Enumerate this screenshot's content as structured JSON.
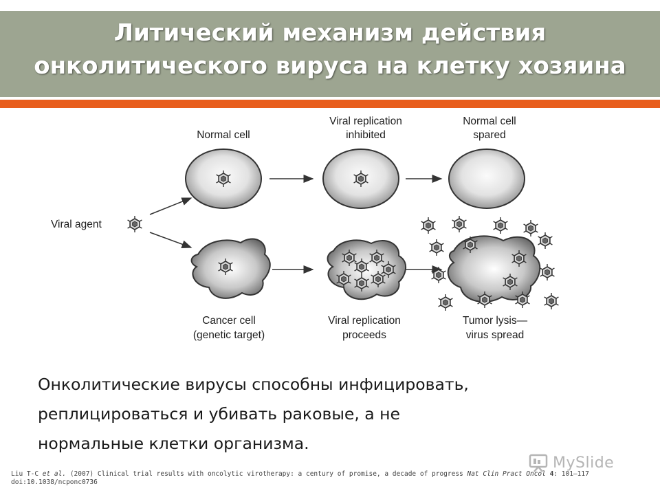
{
  "title": {
    "line1": "Литический механизм действия",
    "line2": "онколитического вируса на клетку хозяина"
  },
  "diagram": {
    "viral_agent": "Viral agent",
    "top_row": [
      {
        "line1": "Normal cell",
        "line2": ""
      },
      {
        "line1": "Viral replication",
        "line2": "inhibited"
      },
      {
        "line1": "Normal cell",
        "line2": "spared"
      }
    ],
    "bottom_row": [
      {
        "line1": "Cancer cell",
        "line2": "(genetic target)"
      },
      {
        "line1": "Viral replication",
        "line2": "proceeds"
      },
      {
        "line1": "Tumor lysis—",
        "line2": "virus spread"
      }
    ]
  },
  "body": {
    "line1": "Онколитические вирусы способны инфицировать,",
    "line2": "реплицироваться и убивать раковые, а не",
    "line3": "нормальные клетки организма."
  },
  "citation": {
    "authors": "Liu T-C ",
    "etal": "et al.",
    "rest": " (2007) Clinical trial results with oncolytic virotherapy: a century of promise, a decade of progress ",
    "journal": "Nat Clin Pract Oncol",
    "volume": " 4",
    "pages": ": 101–117",
    "doi": "doi:10.1038/ncponc0736"
  },
  "logo": {
    "text": "MySlide",
    "icon": "presentation-board-icon"
  },
  "colors": {
    "title_bar": "#9da591",
    "accent": "#e85e1d"
  }
}
